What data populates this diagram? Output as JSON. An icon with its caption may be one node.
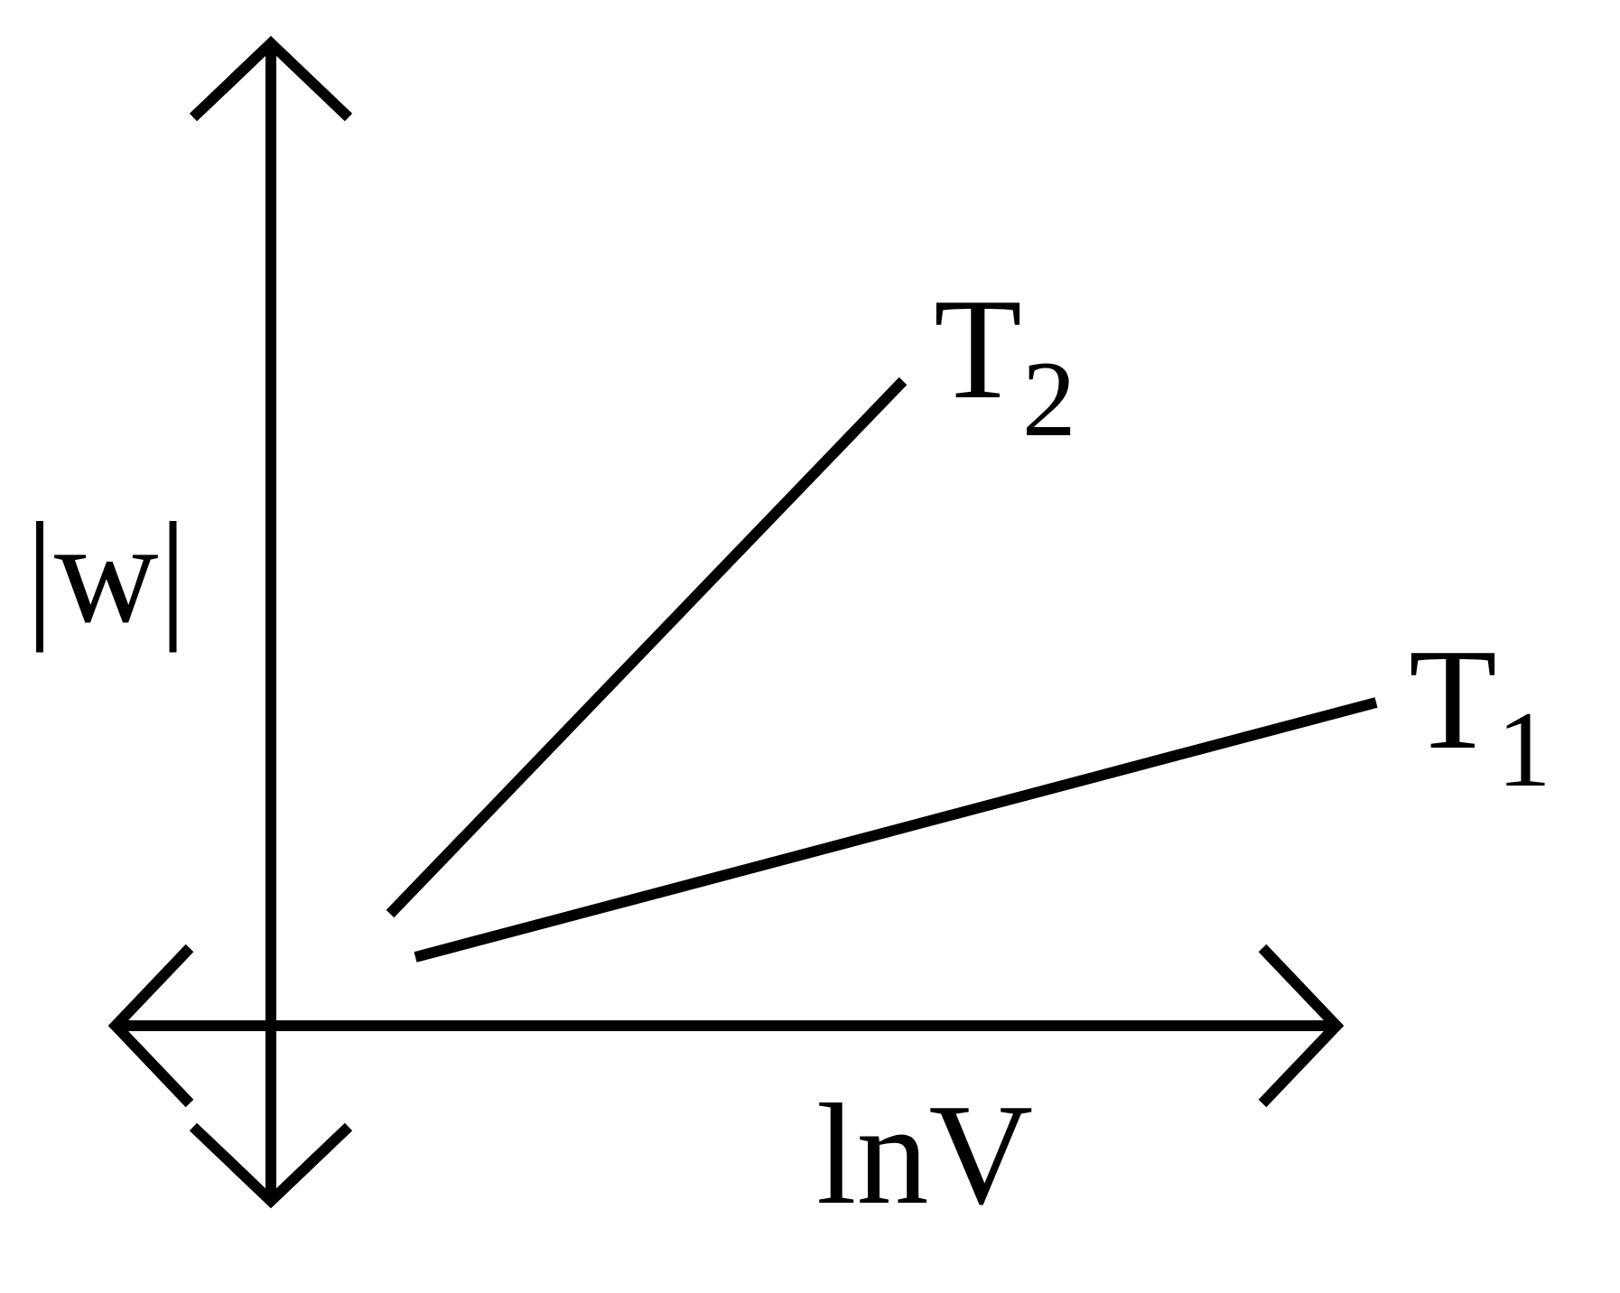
{
  "diagram": {
    "labels": [
      "|w|",
      "T$_{2}$",
      "T$_{1}$",
      "lnV"
    ]
  }
}
